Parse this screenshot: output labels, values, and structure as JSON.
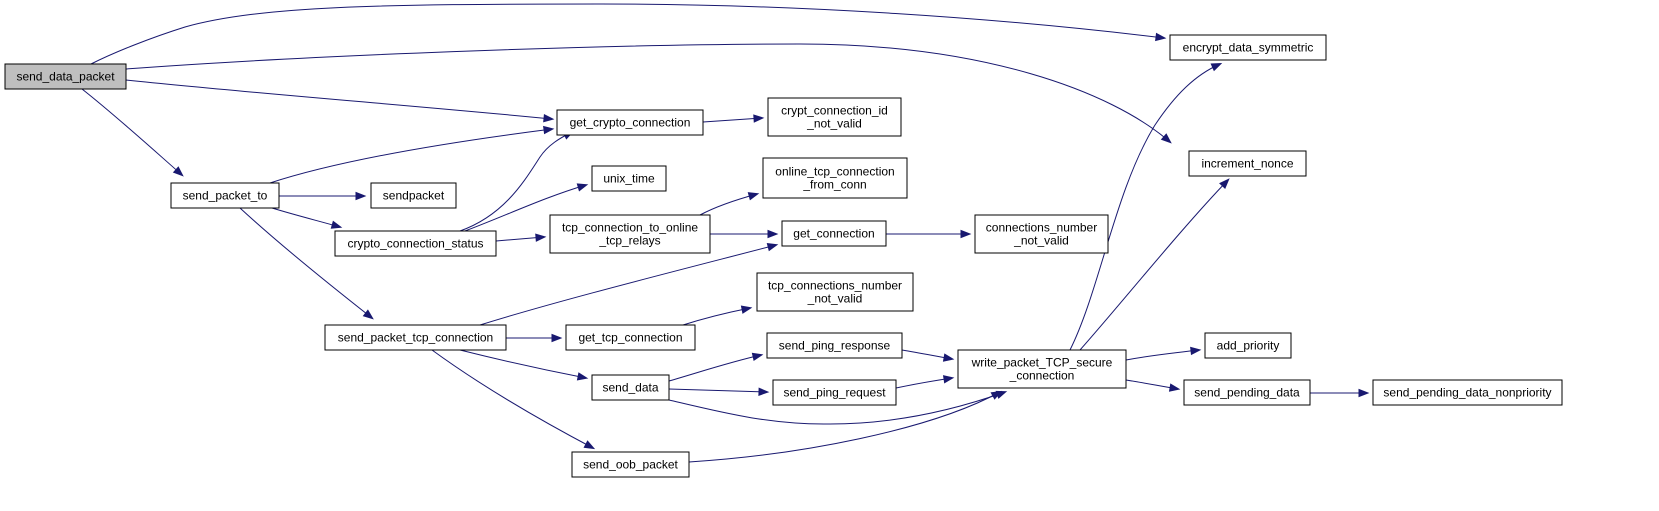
{
  "diagram": {
    "type": "call-graph",
    "nodes": [
      {
        "id": "send_data_packet",
        "lines": [
          "send_data_packet"
        ],
        "root": true
      },
      {
        "id": "encrypt_data_symmetric",
        "lines": [
          "encrypt_data_symmetric"
        ]
      },
      {
        "id": "increment_nonce",
        "lines": [
          "increment_nonce"
        ]
      },
      {
        "id": "get_crypto_connection",
        "lines": [
          "get_crypto_connection"
        ]
      },
      {
        "id": "crypt_connection_id_not_valid",
        "lines": [
          "crypt_connection_id",
          "_not_valid"
        ]
      },
      {
        "id": "send_packet_to",
        "lines": [
          "send_packet_to"
        ]
      },
      {
        "id": "sendpacket",
        "lines": [
          "sendpacket"
        ]
      },
      {
        "id": "unix_time",
        "lines": [
          "unix_time"
        ]
      },
      {
        "id": "online_tcp_connection_from_conn",
        "lines": [
          "online_tcp_connection",
          "_from_conn"
        ]
      },
      {
        "id": "crypto_connection_status",
        "lines": [
          "crypto_connection_status"
        ]
      },
      {
        "id": "tcp_connection_to_online_tcp_relays",
        "lines": [
          "tcp_connection_to_online",
          "_tcp_relays"
        ]
      },
      {
        "id": "get_connection",
        "lines": [
          "get_connection"
        ]
      },
      {
        "id": "connections_number_not_valid",
        "lines": [
          "connections_number",
          "_not_valid"
        ]
      },
      {
        "id": "tcp_connections_number_not_valid",
        "lines": [
          "tcp_connections_number",
          "_not_valid"
        ]
      },
      {
        "id": "send_packet_tcp_connection",
        "lines": [
          "send_packet_tcp_connection"
        ]
      },
      {
        "id": "get_tcp_connection",
        "lines": [
          "get_tcp_connection"
        ]
      },
      {
        "id": "send_ping_response",
        "lines": [
          "send_ping_response"
        ]
      },
      {
        "id": "write_packet_TCP_secure_connection",
        "lines": [
          "write_packet_TCP_secure",
          "_connection"
        ]
      },
      {
        "id": "add_priority",
        "lines": [
          "add_priority"
        ]
      },
      {
        "id": "send_data",
        "lines": [
          "send_data"
        ]
      },
      {
        "id": "send_ping_request",
        "lines": [
          "send_ping_request"
        ]
      },
      {
        "id": "send_pending_data",
        "lines": [
          "send_pending_data"
        ]
      },
      {
        "id": "send_pending_data_nonpriority",
        "lines": [
          "send_pending_data_nonpriority"
        ]
      },
      {
        "id": "send_oob_packet",
        "lines": [
          "send_oob_packet"
        ]
      }
    ],
    "edges": [
      {
        "from": "send_data_packet",
        "to": "encrypt_data_symmetric"
      },
      {
        "from": "send_data_packet",
        "to": "increment_nonce"
      },
      {
        "from": "send_data_packet",
        "to": "get_crypto_connection"
      },
      {
        "from": "send_data_packet",
        "to": "send_packet_to"
      },
      {
        "from": "send_packet_to",
        "to": "get_crypto_connection"
      },
      {
        "from": "send_packet_to",
        "to": "sendpacket"
      },
      {
        "from": "send_packet_to",
        "to": "crypto_connection_status"
      },
      {
        "from": "send_packet_to",
        "to": "send_packet_tcp_connection"
      },
      {
        "from": "get_crypto_connection",
        "to": "crypt_connection_id_not_valid"
      },
      {
        "from": "crypto_connection_status",
        "to": "get_crypto_connection"
      },
      {
        "from": "crypto_connection_status",
        "to": "unix_time"
      },
      {
        "from": "crypto_connection_status",
        "to": "tcp_connection_to_online_tcp_relays"
      },
      {
        "from": "tcp_connection_to_online_tcp_relays",
        "to": "online_tcp_connection_from_conn"
      },
      {
        "from": "tcp_connection_to_online_tcp_relays",
        "to": "get_connection"
      },
      {
        "from": "get_connection",
        "to": "connections_number_not_valid"
      },
      {
        "from": "send_packet_tcp_connection",
        "to": "get_connection"
      },
      {
        "from": "send_packet_tcp_connection",
        "to": "get_tcp_connection"
      },
      {
        "from": "send_packet_tcp_connection",
        "to": "send_data"
      },
      {
        "from": "send_packet_tcp_connection",
        "to": "send_oob_packet"
      },
      {
        "from": "get_tcp_connection",
        "to": "tcp_connections_number_not_valid"
      },
      {
        "from": "send_data",
        "to": "send_ping_response"
      },
      {
        "from": "send_data",
        "to": "send_ping_request"
      },
      {
        "from": "send_data",
        "to": "write_packet_TCP_secure_connection"
      },
      {
        "from": "send_ping_response",
        "to": "write_packet_TCP_secure_connection"
      },
      {
        "from": "send_ping_request",
        "to": "write_packet_TCP_secure_connection"
      },
      {
        "from": "send_oob_packet",
        "to": "write_packet_TCP_secure_connection"
      },
      {
        "from": "write_packet_TCP_secure_connection",
        "to": "encrypt_data_symmetric"
      },
      {
        "from": "write_packet_TCP_secure_connection",
        "to": "increment_nonce"
      },
      {
        "from": "write_packet_TCP_secure_connection",
        "to": "add_priority"
      },
      {
        "from": "write_packet_TCP_secure_connection",
        "to": "send_pending_data"
      },
      {
        "from": "send_pending_data",
        "to": "send_pending_data_nonpriority"
      }
    ],
    "colors": {
      "edge": "#191970",
      "root_fill": "#bfbfbf",
      "node_fill": "#ffffff",
      "node_stroke": "#000000"
    }
  }
}
